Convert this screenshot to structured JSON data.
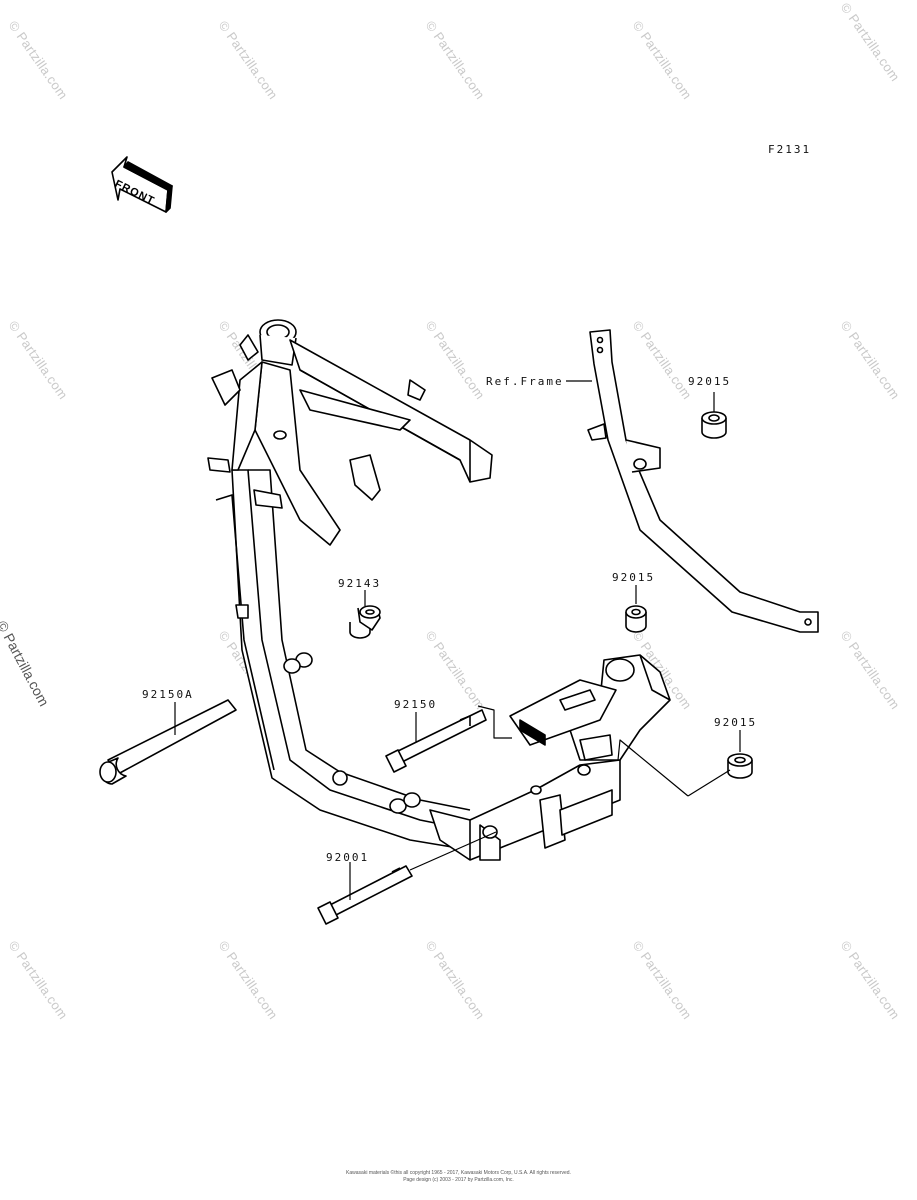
{
  "diagram_code": "F2131",
  "front_label": "FRONT",
  "ref_frame_label": "Ref.Frame",
  "watermark": "© Partzilla.com",
  "parts": [
    {
      "number": "92015"
    },
    {
      "number": "92143"
    },
    {
      "number": "92015"
    },
    {
      "number": "92150A"
    },
    {
      "number": "92150"
    },
    {
      "number": "92015"
    },
    {
      "number": "92001"
    }
  ],
  "footer": {
    "line1": "Kawasaki materials ©this all copyright 1965 - 2017, Kawasaki Motors Corp, U.S.A. All rights reserved.",
    "line2": "Page design (c) 2003 - 2017 by Partzilla.com, Inc."
  }
}
